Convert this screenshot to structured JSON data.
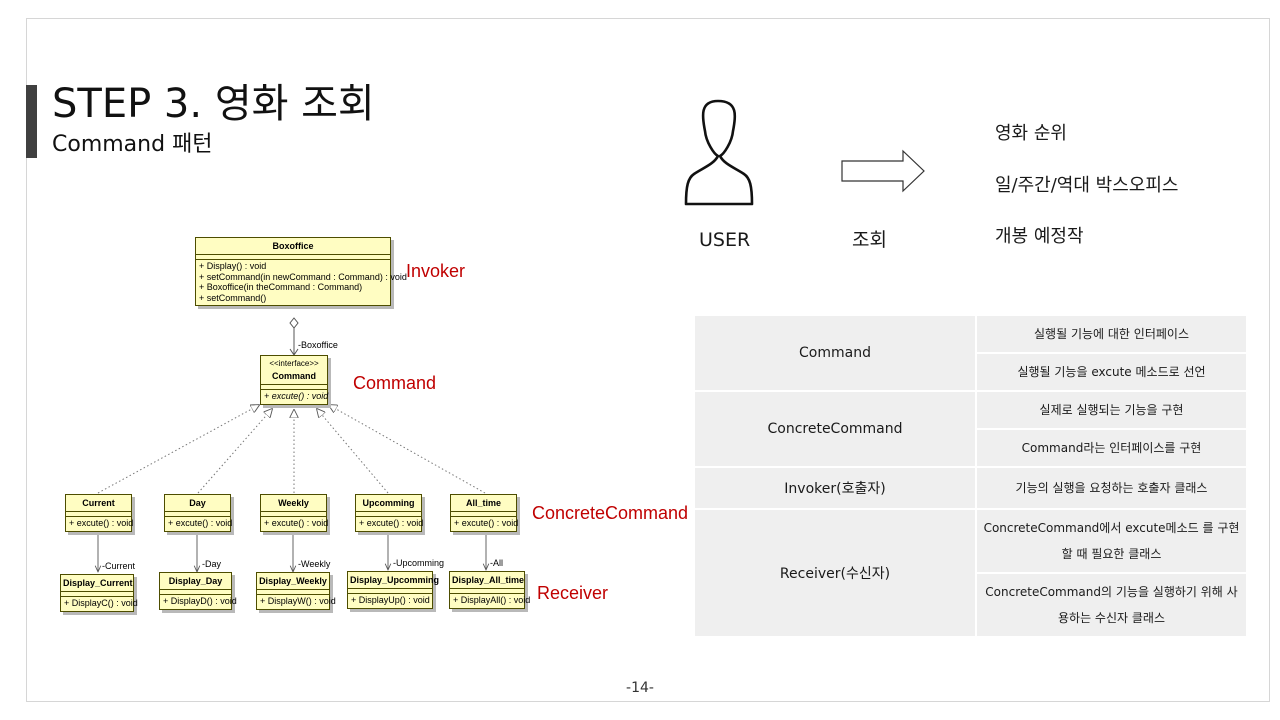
{
  "title": "STEP 3. 영화 조회",
  "subtitle": "Command 패턴",
  "page_number": "-14-",
  "uml": {
    "boxoffice": {
      "name": "Boxoffice",
      "ops": [
        "+ Display() : void",
        "+ setCommand(in newCommand : Command) : void",
        "+ Boxoffice(in theCommand : Command)",
        "+ setCommand()"
      ]
    },
    "command": {
      "stereotype": "<<interface>>",
      "name": "Command",
      "op": "+ excute() : void"
    },
    "concrete": [
      {
        "name": "Current",
        "op": "+ excute() : void",
        "edge": "-Current"
      },
      {
        "name": "Day",
        "op": "+ excute() : void",
        "edge": "-Day"
      },
      {
        "name": "Weekly",
        "op": "+ excute() : void",
        "edge": "-Weekly"
      },
      {
        "name": "Upcomming",
        "op": "+ excute() : void",
        "edge": "-Upcomming"
      },
      {
        "name": "All_time",
        "op": "+ excute() : void",
        "edge": "-All"
      }
    ],
    "receivers": [
      {
        "name": "Display_Current",
        "op": "+ DisplayC() : void"
      },
      {
        "name": "Display_Day",
        "op": "+ DisplayD() : void"
      },
      {
        "name": "Display_Weekly",
        "op": "+ DisplayW() : void"
      },
      {
        "name": "Display_Upcomming",
        "op": "+ DisplayUp() : void"
      },
      {
        "name": "Display_All_time",
        "op": "+ DisplayAll() : void"
      }
    ],
    "assoc_label": "-Boxoffice"
  },
  "roles": {
    "invoker": "Invoker",
    "command": "Command",
    "concrete": "ConcreteCommand",
    "receiver": "Receiver"
  },
  "flow": {
    "user_label": "USER",
    "action_label": "조회",
    "results": [
      "영화 순위",
      "일/주간/역대 박스오피스",
      "개봉 예정작"
    ]
  },
  "table": {
    "rows": [
      {
        "name": "Command",
        "desc": [
          "실행될 기능에 대한 인터페이스",
          "실행될 기능을 excute 메소드로 선언"
        ]
      },
      {
        "name": "ConcreteCommand",
        "desc": [
          "실제로 실행되는 기능을 구현",
          "Command라는 인터페이스를 구현"
        ]
      },
      {
        "name": "Invoker(호출자)",
        "desc": [
          "기능의 실행을 요청하는 호출자 클래스"
        ]
      },
      {
        "name": "Receiver(수신자)",
        "desc": [
          "ConcreteCommand에서 excute메소드 를 구현할 때 필요한 클래스",
          "ConcreteCommand의 기능을 실행하기 위해 사용하는 수신자 클래스"
        ]
      }
    ]
  },
  "colors": {
    "role_text": "#c00000",
    "uml_fill": "#fffdc2",
    "table_fill": "#efefef"
  }
}
